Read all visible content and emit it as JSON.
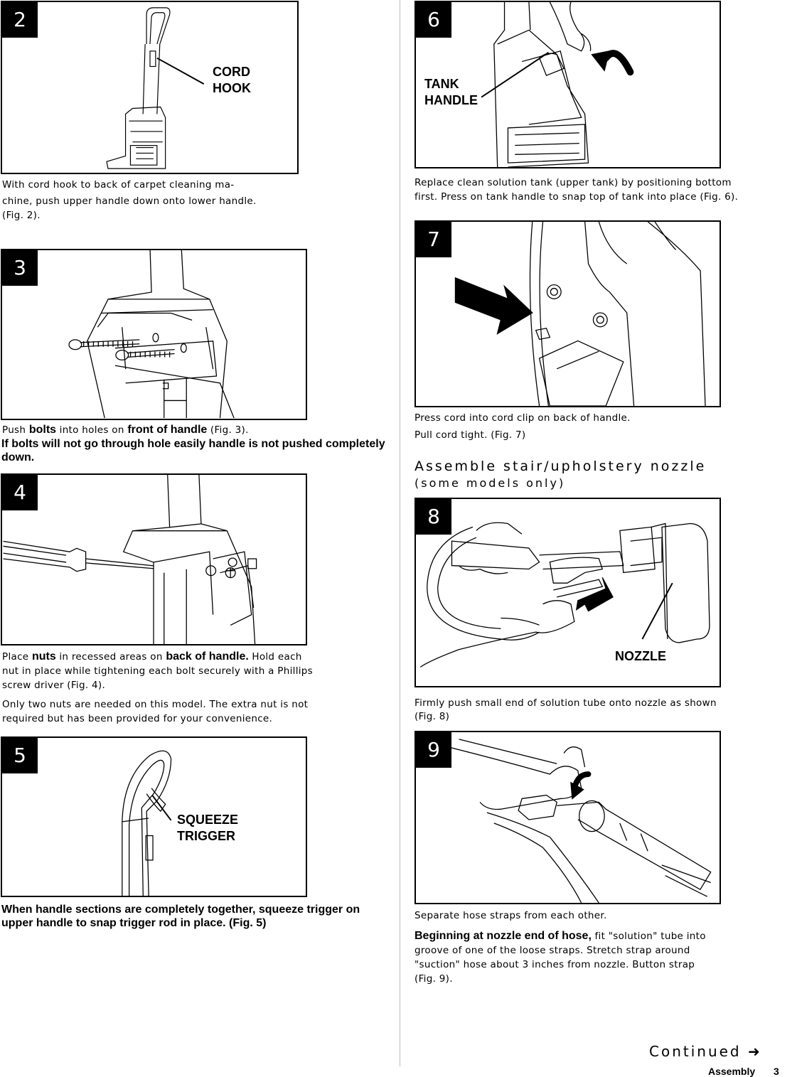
{
  "figures": {
    "f2": {
      "number": "2",
      "callout": "CORD\nHOOK"
    },
    "f3": {
      "number": "3"
    },
    "f4": {
      "number": "4"
    },
    "f5": {
      "number": "5",
      "callout": "SQUEEZE\nTRIGGER"
    },
    "f6": {
      "number": "6",
      "callout": "TANK\nHANDLE"
    },
    "f7": {
      "number": "7"
    },
    "f8": {
      "number": "8",
      "callout": "NOZZLE"
    },
    "f9": {
      "number": "9"
    }
  },
  "text": {
    "t2_l1": "With cord hook to back of carpet cleaning ma-",
    "t2_l2": "chine, push upper handle down onto lower handle.",
    "t2_l3": "(Fig. 2).",
    "t3_a": "Push ",
    "t3_b": "bolts",
    "t3_c": " into holes on ",
    "t3_d": "front of handle",
    "t3_e": " (Fig. 3).",
    "t3_warn": "If bolts will not go through hole easily handle is not pushed completely down.",
    "t4_a": "Place ",
    "t4_b": "nuts",
    "t4_c": " in recessed areas on ",
    "t4_d": "back of handle.",
    "t4_e": "  Hold each",
    "t4_l2": "nut in place while tightening each bolt securely with a Phillips",
    "t4_l3": "screw driver (Fig. 4).",
    "t4_p2_l1": "Only two nuts are needed on this model.  The extra nut is not",
    "t4_p2_l2": "required but has been provided for your convenience.",
    "t5": "When handle sections are completely together, squeeze trigger on upper handle to snap trigger rod in place. (Fig. 5)",
    "t6_l1": "Replace clean solution tank (upper tank) by positioning bottom",
    "t6_l2": "first.  Press on tank handle to snap top of tank into place (Fig. 6).",
    "t7_l1": "Press cord into cord clip on back of handle.",
    "t7_l2": "Pull cord tight. (Fig. 7)",
    "heading_l1": "Assemble stair/upholstery nozzle",
    "heading_l2": "(some models only)",
    "t8_l1": "Firmly push small end of solution tube onto nozzle as shown",
    "t8_l2": "(Fig. 8)",
    "t9_l1": "Separate hose straps from each other.",
    "t9_a": "Beginning at nozzle end of hose,",
    "t9_b": " fit \"solution\" tube into",
    "t9_l2": "groove of one of the loose straps.  Stretch strap around",
    "t9_l3": "\"suction\" hose about 3 inches from nozzle.  Button strap",
    "t9_l4": "(Fig. 9).",
    "continued": "Continued",
    "footer_section": "Assembly",
    "footer_page": "3"
  }
}
